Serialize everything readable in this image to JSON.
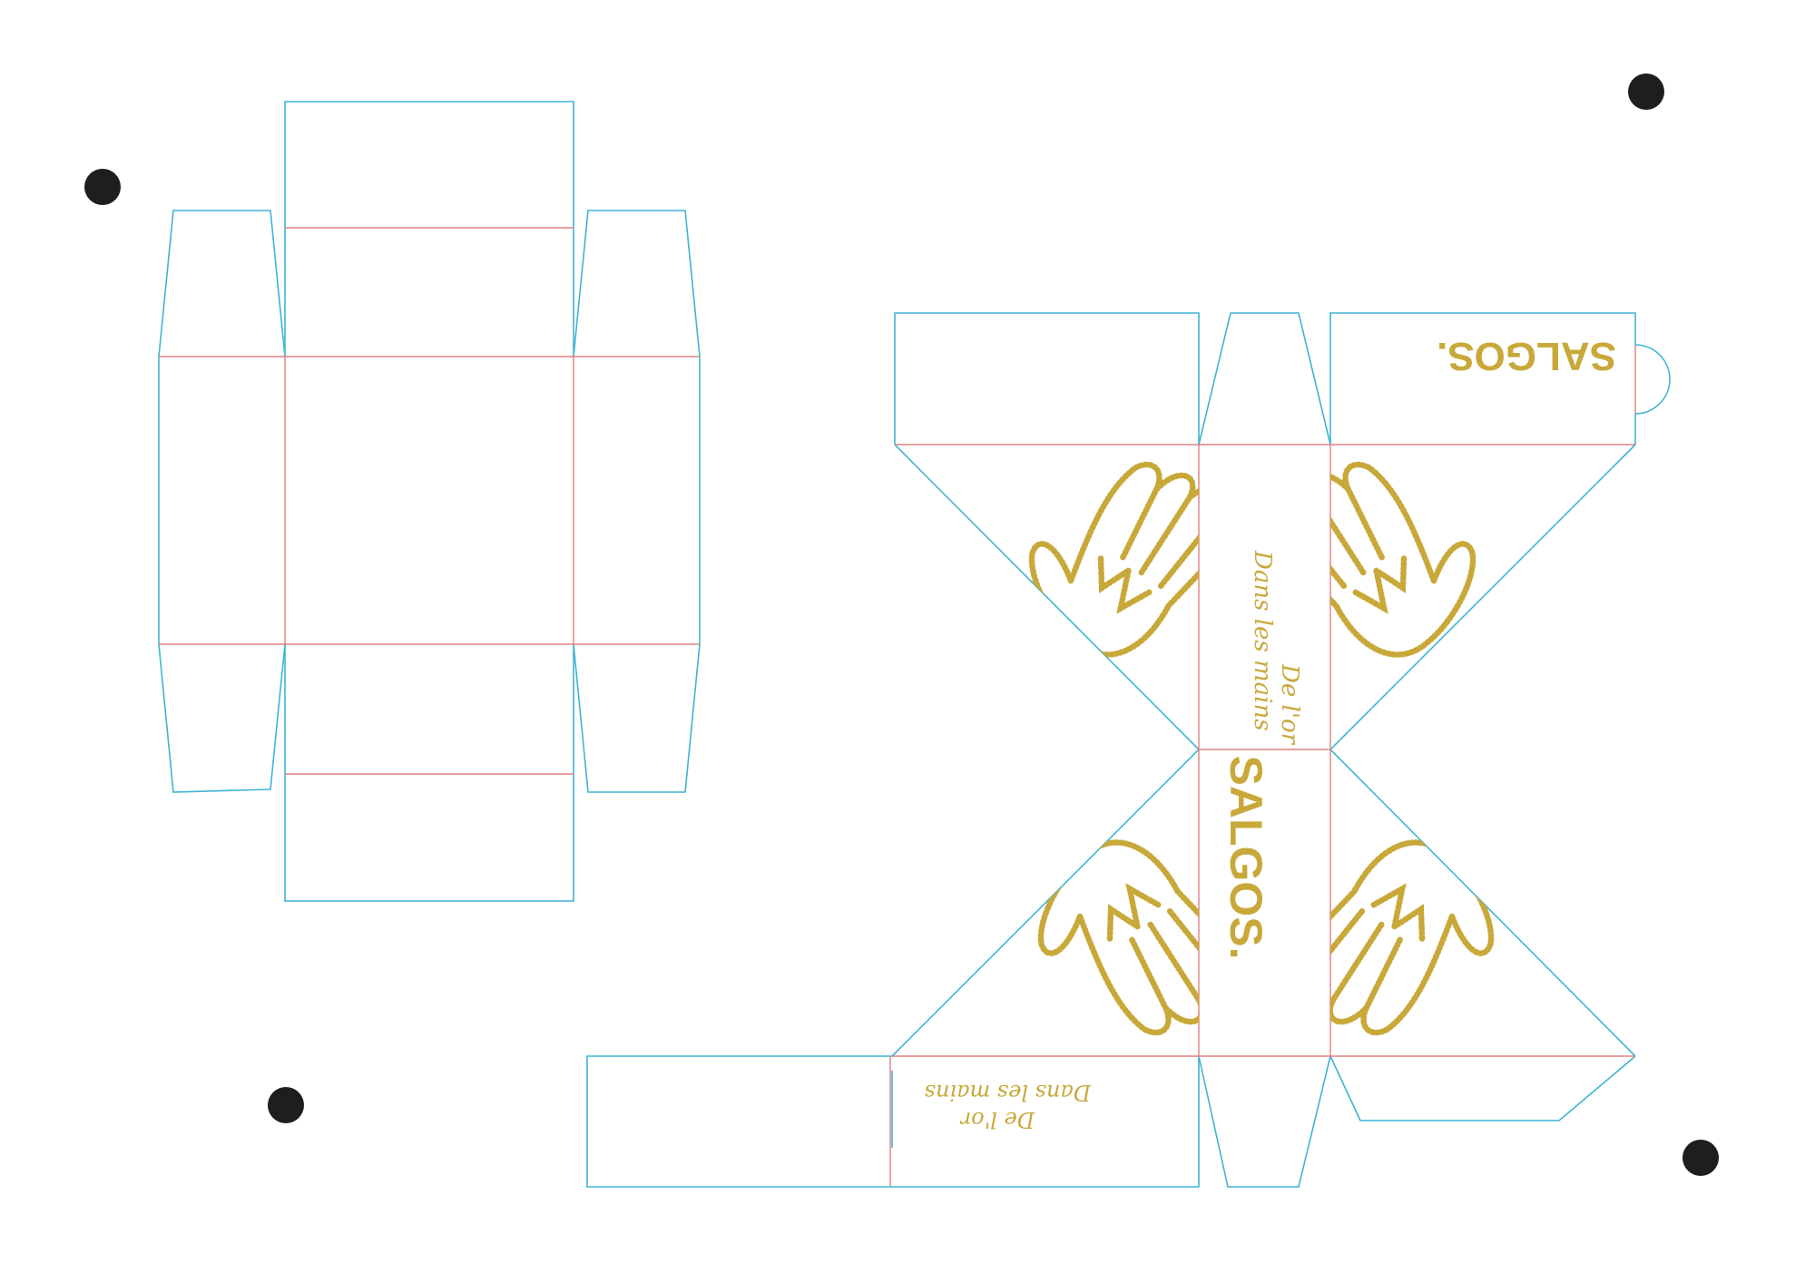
{
  "colors": {
    "cut_line": "#3fb4d4",
    "fold_line": "#e08080",
    "print_gold": "#c9a83a",
    "registration_mark": "#1e1e1e"
  },
  "box_template": {
    "brand": "SALGOS.",
    "tagline_line1": "De l'or",
    "tagline_line2": "Dans les mains",
    "artwork": "praying-hands-illustration"
  }
}
